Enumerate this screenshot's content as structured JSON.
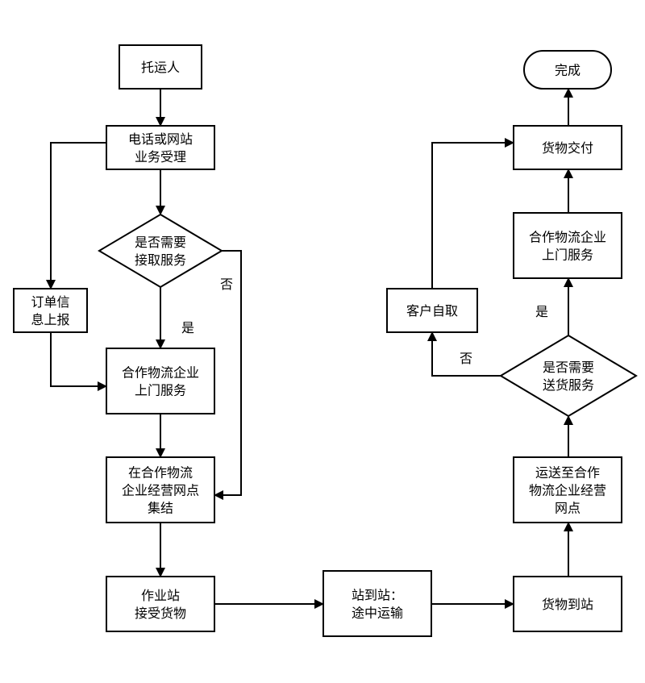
{
  "diagram": {
    "type": "flowchart",
    "background": "#ffffff",
    "line_color": "#000000",
    "nodes": [
      {
        "id": "shipper",
        "shape": "rect",
        "lines": [
          "托运人"
        ]
      },
      {
        "id": "accept",
        "shape": "rect",
        "lines": [
          "电话或网站",
          "业务受理"
        ]
      },
      {
        "id": "need_pickup",
        "shape": "diamond",
        "lines": [
          "是否需要",
          "接取服务"
        ]
      },
      {
        "id": "order_report",
        "shape": "rect",
        "lines": [
          "订单信",
          "息上报"
        ]
      },
      {
        "id": "partner_pickup",
        "shape": "rect",
        "lines": [
          "合作物流企业",
          "上门服务"
        ]
      },
      {
        "id": "assemble",
        "shape": "rect",
        "lines": [
          "在合作物流",
          "企业经营网点",
          "集结"
        ]
      },
      {
        "id": "station_receive",
        "shape": "rect",
        "lines": [
          "作业站",
          "接受货物"
        ]
      },
      {
        "id": "transit",
        "shape": "rect",
        "lines": [
          "站到站：",
          "途中运输"
        ]
      },
      {
        "id": "arrive",
        "shape": "rect",
        "lines": [
          "货物到站"
        ]
      },
      {
        "id": "to_partner",
        "shape": "rect",
        "lines": [
          "运送至合作",
          "物流企业经营",
          "网点"
        ]
      },
      {
        "id": "need_delivery",
        "shape": "diamond",
        "lines": [
          "是否需要",
          "送货服务"
        ]
      },
      {
        "id": "self_pickup",
        "shape": "rect",
        "lines": [
          "客户自取"
        ]
      },
      {
        "id": "partner_delivery",
        "shape": "rect",
        "lines": [
          "合作物流企业",
          "上门服务"
        ]
      },
      {
        "id": "handover",
        "shape": "rect",
        "lines": [
          "货物交付"
        ]
      },
      {
        "id": "done",
        "shape": "terminal",
        "lines": [
          "完成"
        ]
      }
    ],
    "edges": [
      {
        "from": "shipper",
        "to": "accept",
        "label": ""
      },
      {
        "from": "accept",
        "to": "need_pickup",
        "label": ""
      },
      {
        "from": "accept",
        "to": "order_report",
        "label": ""
      },
      {
        "from": "need_pickup",
        "to": "partner_pickup",
        "label": "是"
      },
      {
        "from": "need_pickup",
        "to": "assemble",
        "label": "否"
      },
      {
        "from": "order_report",
        "to": "partner_pickup",
        "label": ""
      },
      {
        "from": "partner_pickup",
        "to": "assemble",
        "label": ""
      },
      {
        "from": "assemble",
        "to": "station_receive",
        "label": ""
      },
      {
        "from": "station_receive",
        "to": "transit",
        "label": ""
      },
      {
        "from": "transit",
        "to": "arrive",
        "label": ""
      },
      {
        "from": "arrive",
        "to": "to_partner",
        "label": ""
      },
      {
        "from": "to_partner",
        "to": "need_delivery",
        "label": ""
      },
      {
        "from": "need_delivery",
        "to": "partner_delivery",
        "label": "是"
      },
      {
        "from": "need_delivery",
        "to": "self_pickup",
        "label": "否"
      },
      {
        "from": "self_pickup",
        "to": "handover",
        "label": ""
      },
      {
        "from": "partner_delivery",
        "to": "handover",
        "label": ""
      },
      {
        "from": "handover",
        "to": "done",
        "label": ""
      }
    ]
  }
}
